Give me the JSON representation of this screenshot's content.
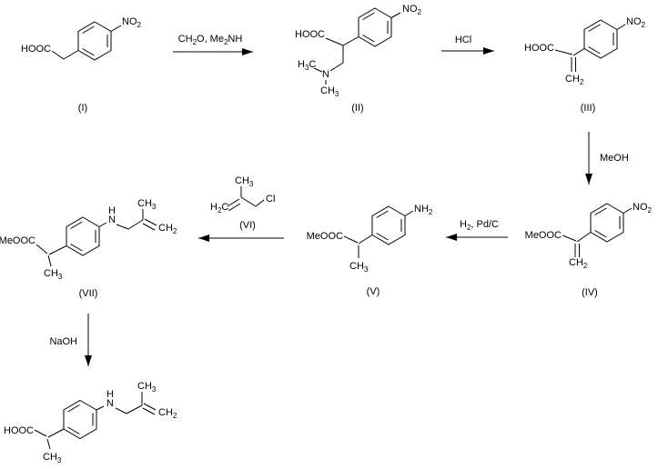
{
  "colors": {
    "background": "#ffffff",
    "line": "#000000",
    "text": "#000000"
  },
  "atoms": {
    "HOOC": "HOOC",
    "MeOOC": "MeOOC",
    "N": "N",
    "H": "H",
    "Cl": "Cl",
    "NO2": {
      "base": "NO",
      "sub": "2"
    },
    "NH2": {
      "base": "NH",
      "sub": "2"
    },
    "CH2": {
      "base": "CH",
      "sub": "2"
    },
    "CH3": {
      "base": "CH",
      "sub": "3"
    },
    "H3C": {
      "h": "H",
      "sub": "3",
      "c": "C"
    },
    "H2C": {
      "h": "H",
      "sub": "2",
      "c": "C"
    }
  },
  "compound_labels": {
    "I": "(I)",
    "II": "(II)",
    "III": "(III)",
    "IV": "(IV)",
    "V": "(V)",
    "VI": "(VI)",
    "VII": "(VII)"
  },
  "reagents": {
    "step1": {
      "p1": "CH",
      "s1": "2",
      "p2": "O, Me",
      "s2": "2",
      "p3": "NH"
    },
    "step2": "HCl",
    "step3": "MeOH",
    "step4": {
      "p1": "H",
      "s1": "2",
      "p2": ", Pd/C"
    },
    "step6": "NaOH"
  }
}
